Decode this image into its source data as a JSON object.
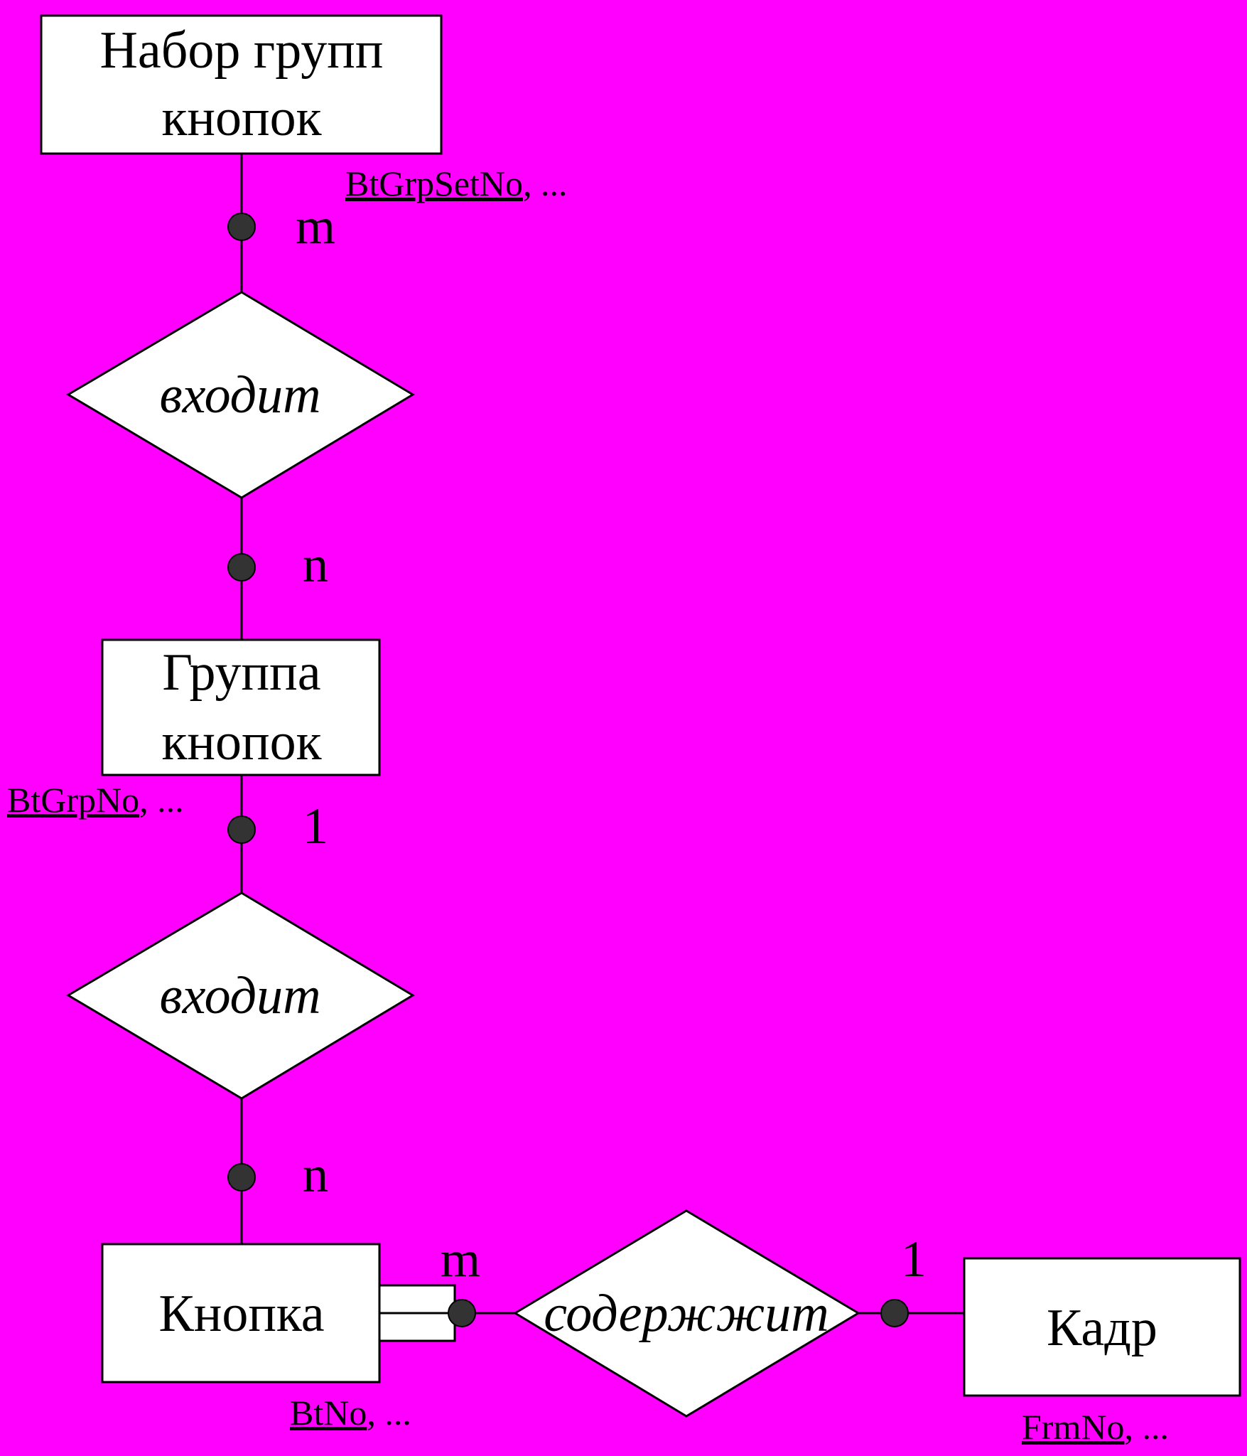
{
  "colors": {
    "background": "#ff00ff",
    "entity_fill": "#ffffff",
    "stroke": "#000000",
    "dot": "#333333"
  },
  "entities": {
    "button_group_set": {
      "line1": "Набор групп",
      "line2": "кнопок",
      "key": "BtGrpSetNo",
      "rest": ", ..."
    },
    "button_group": {
      "line1": "Группа",
      "line2": "кнопок",
      "key": "BtGrpNo",
      "rest": ", ..."
    },
    "button": {
      "label": "Кнопка",
      "key": "BtNo",
      "rest": ", ..."
    },
    "frame": {
      "label": "Кадр",
      "key": "FrmNo",
      "rest": ", ..."
    }
  },
  "relationships": {
    "enters_1": {
      "label": "входит"
    },
    "enters_2": {
      "label": "входит"
    },
    "contains": {
      "label": "содержжит"
    }
  },
  "cardinalities": {
    "set_side": "m",
    "group_side_upper": "n",
    "group_side_lower": "1",
    "button_side_lower": "n",
    "button_side_right": "m",
    "frame_side": "1"
  }
}
